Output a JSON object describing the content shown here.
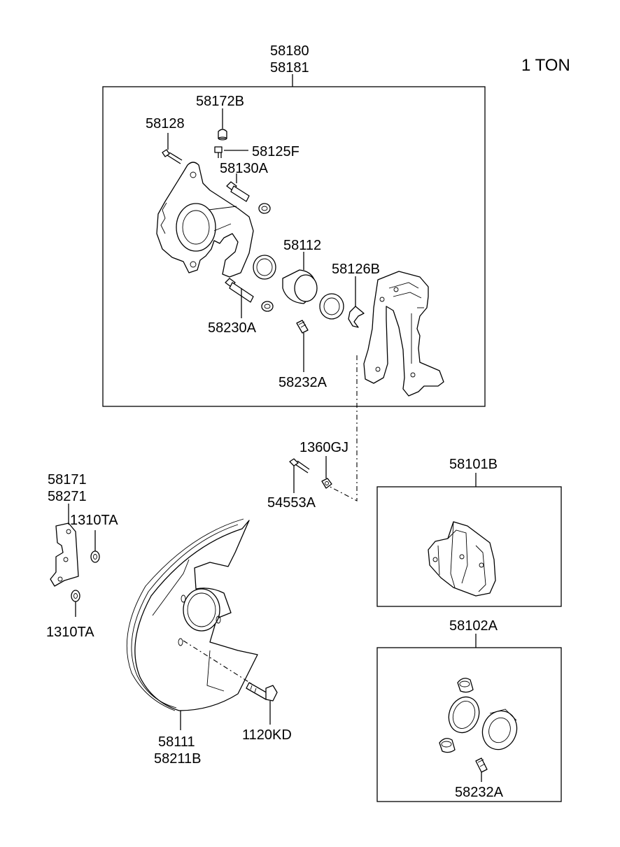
{
  "title": "1 TON",
  "labels": {
    "caliper_assy_1": "58180",
    "caliper_assy_2": "58181",
    "bleeder_cap": "58172B",
    "guide_bolt": "58128",
    "bleeder_screw": "58125F",
    "guide_pin_upper": "58130A",
    "piston": "58112",
    "boot_ring": "58126B",
    "guide_pin_lower": "58230A",
    "bushing": "58232A",
    "union_washer": "1360GJ",
    "hose_bolt": "54553A",
    "bracket_1": "58171",
    "bracket_2": "58271",
    "bracket_nut_upper": "1310TA",
    "bracket_nut_lower": "1310TA",
    "pad_kit": "58101B",
    "seal_kit": "58102A",
    "seal_kit_bushing": "58232A",
    "dust_cover_1": "58111",
    "dust_cover_2": "58211B",
    "cover_bolt": "1120KD"
  }
}
